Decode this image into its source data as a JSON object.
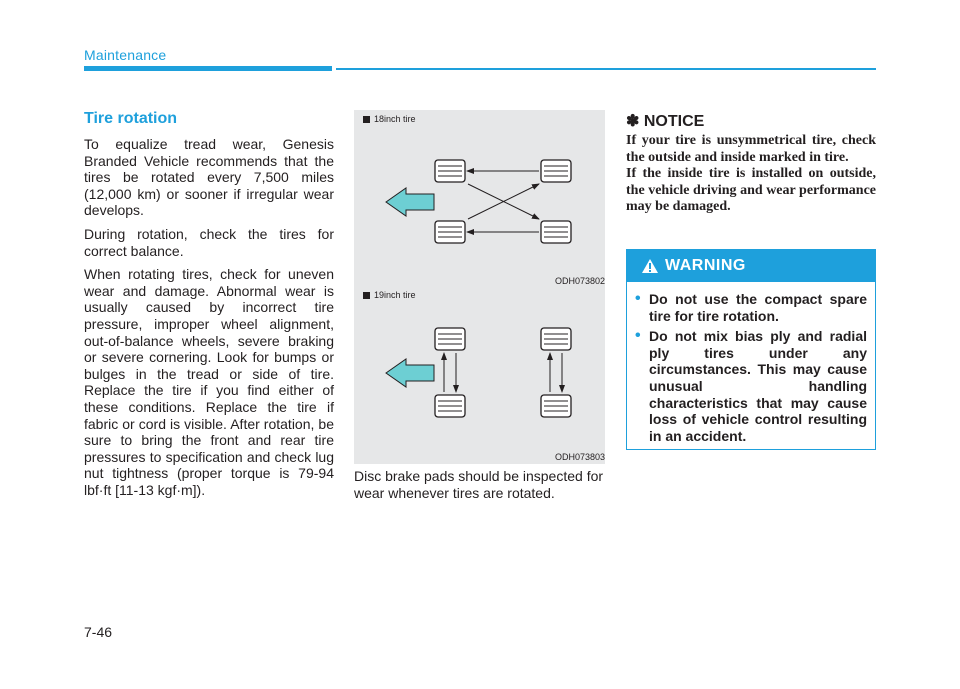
{
  "header": {
    "section": "Maintenance"
  },
  "tire_rotation": {
    "heading": "Tire rotation",
    "paragraphs": [
      "To equalize tread wear, Genesis Branded Vehicle recommends that the tires be rotated every 7,500 miles (12,000 km) or sooner if irregular wear develops.",
      "During rotation, check the tires for correct balance.",
      "When rotating tires, check for uneven wear and damage. Abnormal wear is usually caused by incorrect tire pressure, improper wheel alignment, out-of-balance wheels, severe braking or severe cornering. Look for bumps or bulges in the tread or side of tire. Replace the tire if you find either of these conditions. Replace the tire if fabric or cord is visible. After rotation, be sure to bring the front and rear tire pressures to specification and check lug nut tightness (proper torque is 79-94 lbf·ft [11-13 kgf·m])."
    ]
  },
  "figures": [
    {
      "label": "18inch tire",
      "code": "ODH073802"
    },
    {
      "label": "19inch tire",
      "code": "ODH073803"
    }
  ],
  "disc_brake_text": "Disc brake pads should be inspected for wear whenever tires are rotated.",
  "notice": {
    "title": "✽ NOTICE",
    "lines": [
      "If your tire is unsymmetrical tire, check the outside and inside marked in tire.",
      "If the inside tire is installed on outside, the vehicle driving and wear performance may be damaged."
    ]
  },
  "warning": {
    "title": "WARNING",
    "items": [
      "Do not use the compact spare tire for tire rotation.",
      "Do not mix bias ply and radial ply tires under any circumstances. This may cause unusual handling characteristics that may cause loss of vehicle control resulting in an accident."
    ]
  },
  "page_number": "7-46",
  "colors": {
    "accent": "#1ea0dc",
    "figure_bg": "#e6e7e8",
    "arrow_fill": "#6dcfd3"
  }
}
